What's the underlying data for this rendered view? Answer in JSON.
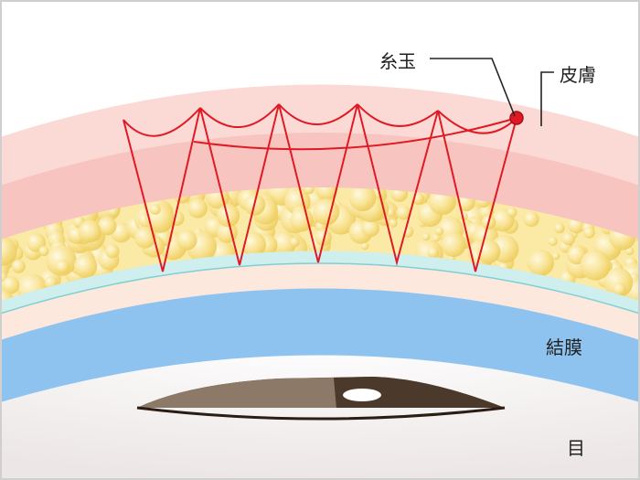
{
  "labels": {
    "knot": "糸玉",
    "skin": "皮膚",
    "conjunctiva": "結膜",
    "eye": "目"
  },
  "colors": {
    "background": "#ffffff",
    "frame": "#cfcfcf",
    "skin_outer": "#fbdad6",
    "skin_inner": "#f7c4bf",
    "fat": "#fbeaa6",
    "fat_globule": "#f6dc78",
    "fascia": "#cfeeee",
    "fascia_edge": "#7fcfd3",
    "tissue": "#fde8de",
    "conjunctiva": "#8ec3ef",
    "sclera": "#f2efef",
    "iris": "#8c7968",
    "iris_dark": "#4b3a2b",
    "suture": "#e01a24",
    "knot": "#e01a24"
  }
}
